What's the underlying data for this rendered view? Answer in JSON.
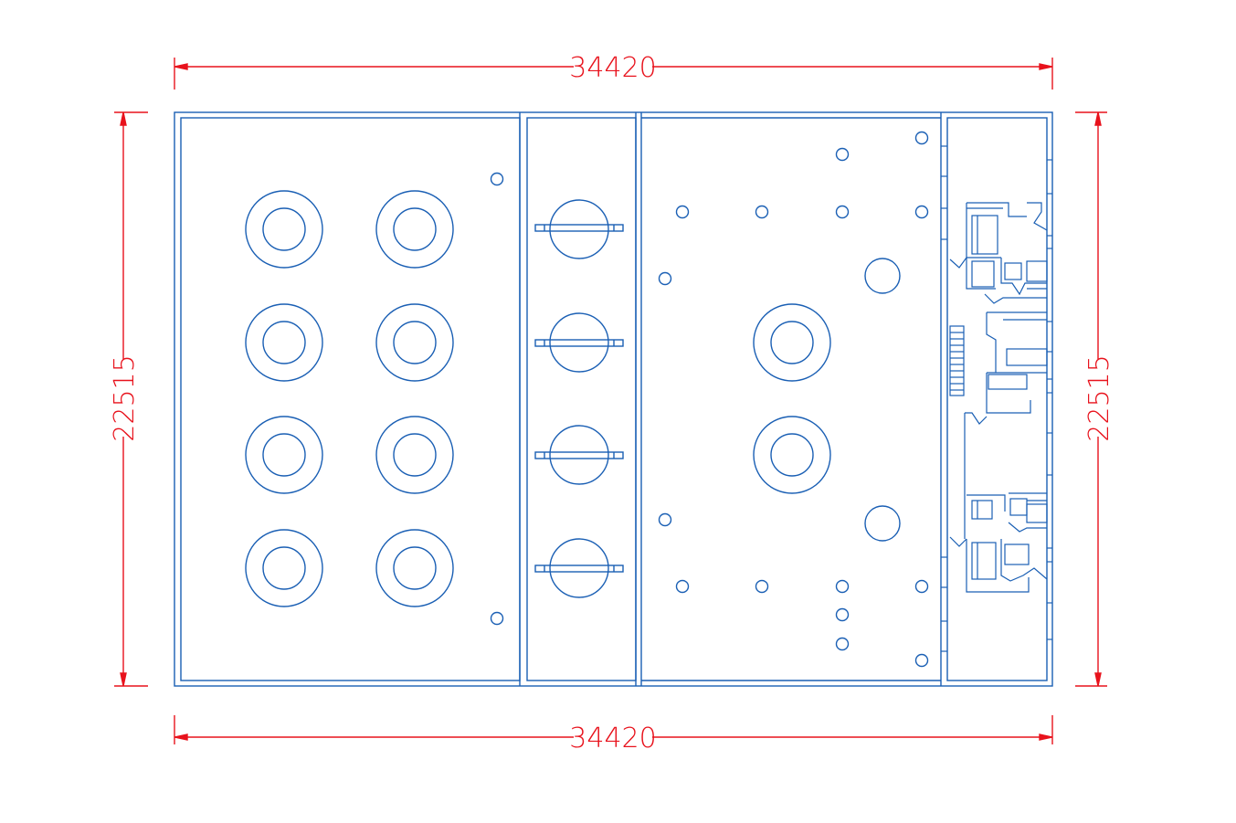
{
  "drawing": {
    "dimensions": {
      "top_width": "34420",
      "bottom_width": "34420",
      "left_height": "22515",
      "right_height": "22515"
    },
    "colors": {
      "plan_lines": "#1a5fb4",
      "dimension_lines": "#e8121c",
      "background": "#ffffff"
    }
  }
}
